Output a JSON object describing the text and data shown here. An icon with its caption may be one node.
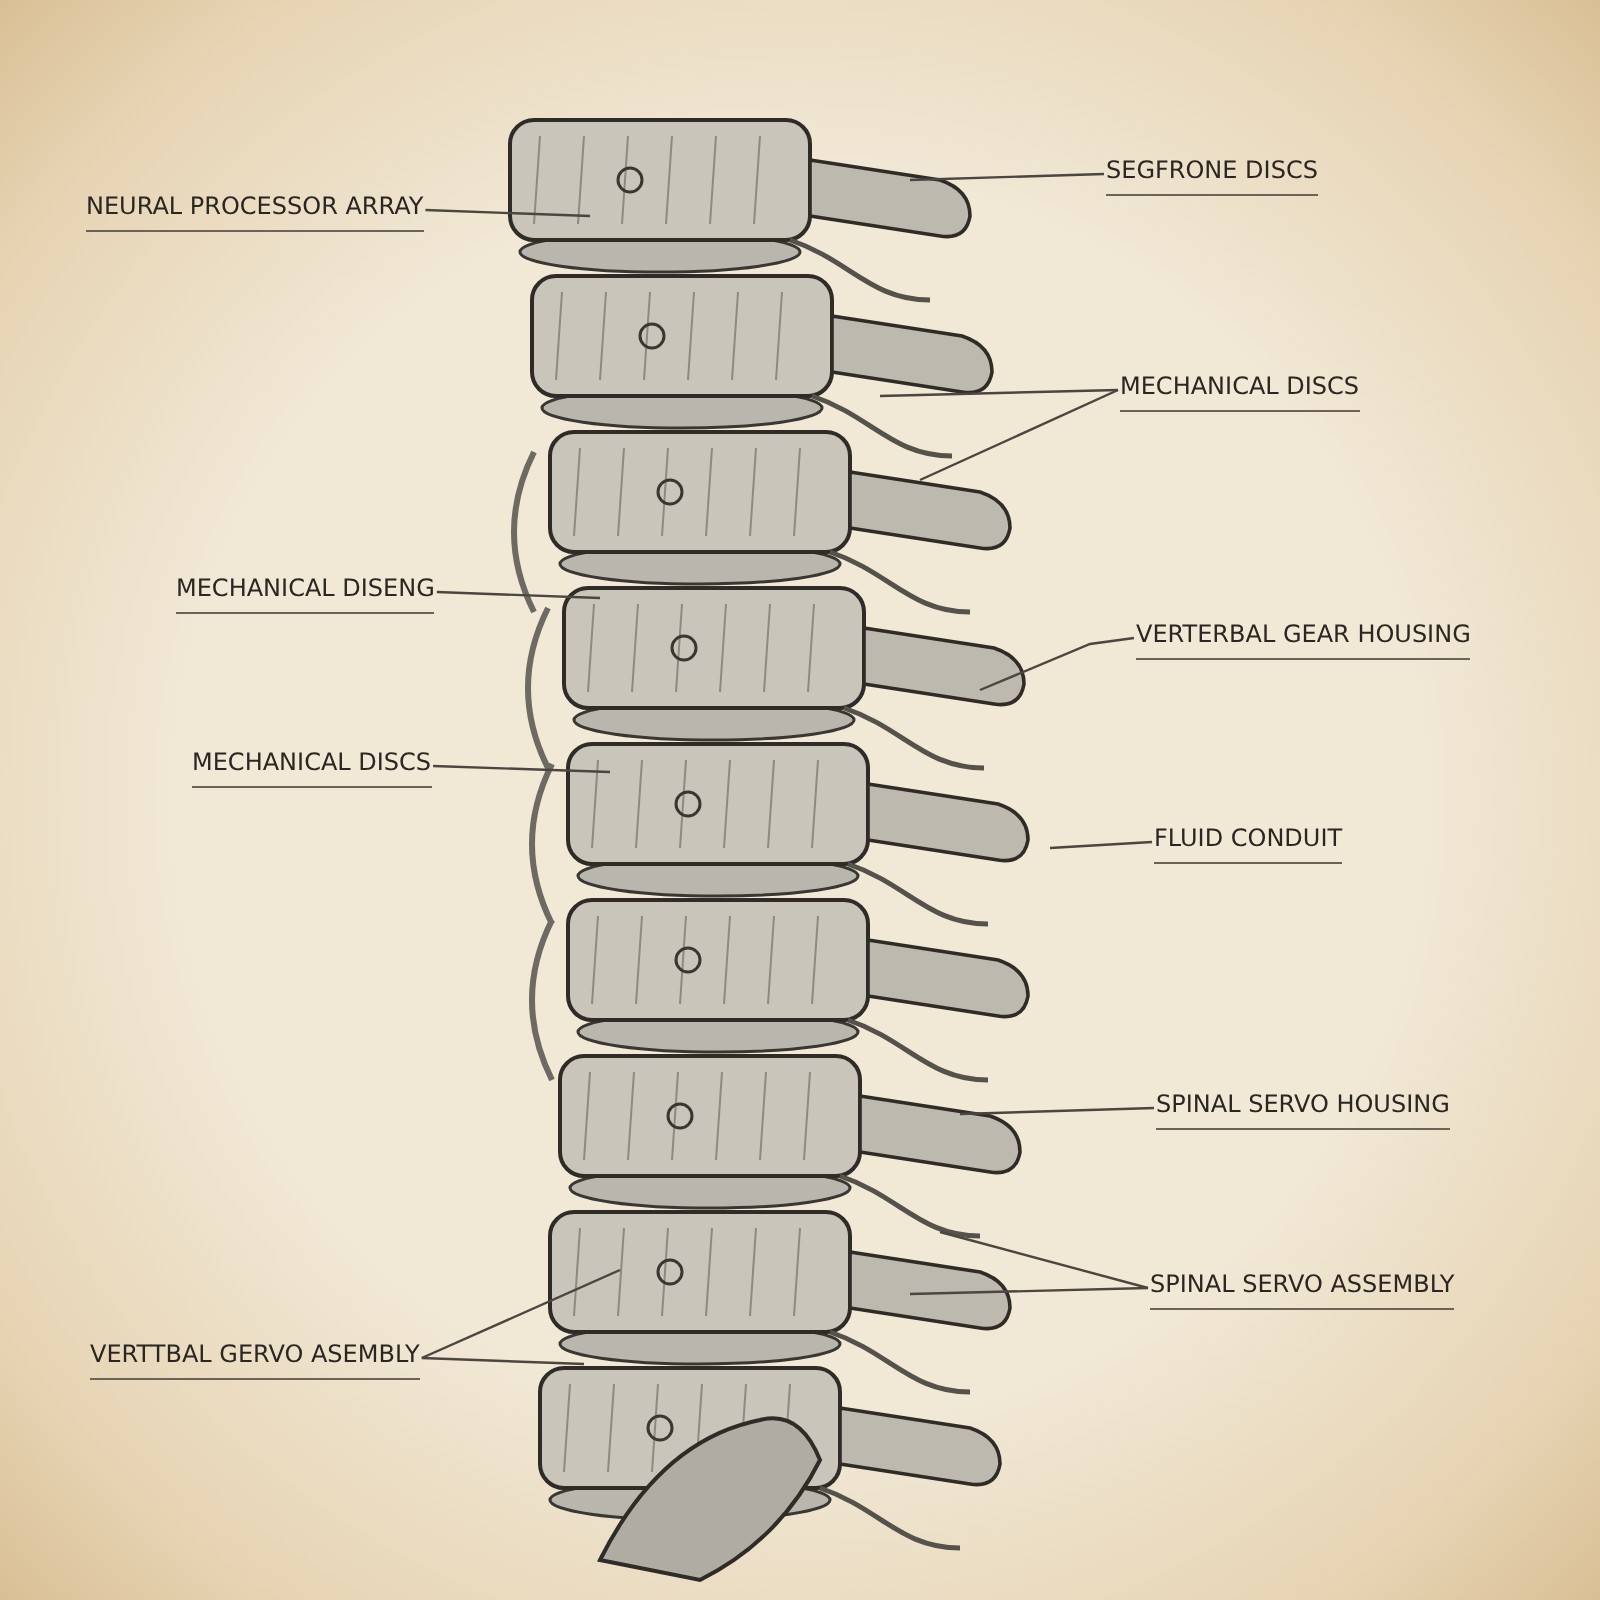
{
  "diagram": {
    "nodes": [
      {
        "text": [
          "NEURAL PROCESSOR ARRAY"
        ]
      },
      {
        "text": [
          "SEGFRONE DISCS"
        ]
      },
      {
        "text": [
          "MECHANICAL DISCS"
        ]
      },
      {
        "text": [
          "MECHANICAL DISENG"
        ]
      },
      {
        "text": [
          "VERTERBAL GEAR HOUSING"
        ]
      },
      {
        "text": [
          "MECHANICAL DISCS"
        ]
      },
      {
        "text": [
          "FLUID CONDUIT"
        ]
      },
      {
        "text": [
          "SPINAL SERVO HOUSING"
        ]
      },
      {
        "text": [
          "SPINAL SERVO ASSEMBLY"
        ]
      },
      {
        "text": [
          "VERTTBAL GERVO ASEMBLY"
        ]
      }
    ],
    "edges": [
      {
        "from": 0,
        "to": null,
        "arrow": "none"
      },
      {
        "from": 1,
        "to": null,
        "arrow": "none"
      },
      {
        "from": 2,
        "to": null,
        "arrow": "none"
      },
      {
        "from": 2,
        "to": null,
        "arrow": "none"
      },
      {
        "from": 3,
        "to": null,
        "arrow": "none"
      },
      {
        "from": 4,
        "to": null,
        "arrow": "none"
      },
      {
        "from": 5,
        "to": null,
        "arrow": "none"
      },
      {
        "from": 6,
        "to": null,
        "arrow": "none"
      },
      {
        "from": 7,
        "to": null,
        "arrow": "none"
      },
      {
        "from": 8,
        "to": null,
        "arrow": "none"
      },
      {
        "from": 8,
        "to": null,
        "arrow": "none"
      },
      {
        "from": 9,
        "to": null,
        "arrow": "none"
      },
      {
        "from": 9,
        "to": null,
        "arrow": "none"
      }
    ]
  }
}
